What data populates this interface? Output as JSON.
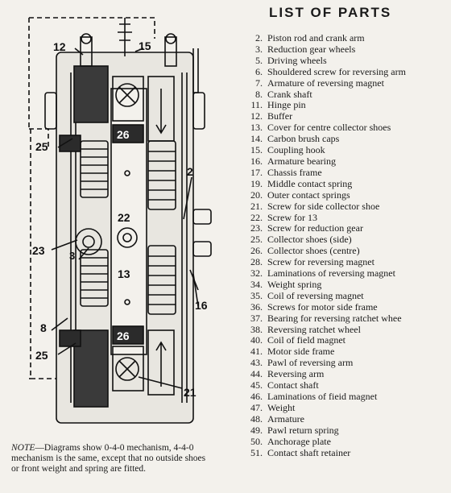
{
  "title": "LIST OF PARTS",
  "parts": [
    {
      "num": "2.",
      "label": "Piston rod and crank arm"
    },
    {
      "num": "3.",
      "label": "Reduction gear wheels"
    },
    {
      "num": "5.",
      "label": "Driving wheels"
    },
    {
      "num": "6.",
      "label": "Shouldered screw for reversing arm"
    },
    {
      "num": "7.",
      "label": "Armature of reversing magnet"
    },
    {
      "num": "8.",
      "label": "Crank shaft"
    },
    {
      "num": "11.",
      "label": "Hinge pin"
    },
    {
      "num": "12.",
      "label": "Buffer"
    },
    {
      "num": "13.",
      "label": "Cover for centre collector shoes"
    },
    {
      "num": "14.",
      "label": "Carbon brush caps"
    },
    {
      "num": "15.",
      "label": "Coupling hook"
    },
    {
      "num": "16.",
      "label": "Armature bearing"
    },
    {
      "num": "17.",
      "label": "Chassis frame"
    },
    {
      "num": "19.",
      "label": "Middle contact spring"
    },
    {
      "num": "20.",
      "label": "Outer contact springs"
    },
    {
      "num": "21.",
      "label": "Screw for side collector shoe"
    },
    {
      "num": "22.",
      "label": "Screw for 13"
    },
    {
      "num": "23.",
      "label": "Screw for reduction gear"
    },
    {
      "num": "25.",
      "label": "Collector shoes (side)"
    },
    {
      "num": "26.",
      "label": "Collector shoes (centre)"
    },
    {
      "num": "28.",
      "label": "Screw for reversing magnet"
    },
    {
      "num": "32.",
      "label": "Laminations of reversing magnet"
    },
    {
      "num": "34.",
      "label": "Weight spring"
    },
    {
      "num": "35.",
      "label": "Coil of reversing magnet"
    },
    {
      "num": "36.",
      "label": "Screws for motor side frame"
    },
    {
      "num": "37.",
      "label": "Bearing for reversing ratchet whee"
    },
    {
      "num": "38.",
      "label": "Reversing ratchet wheel"
    },
    {
      "num": "40.",
      "label": "Coil of field magnet"
    },
    {
      "num": "41.",
      "label": "Motor side frame"
    },
    {
      "num": "43.",
      "label": "Pawl of reversing arm"
    },
    {
      "num": "44.",
      "label": "Reversing arm"
    },
    {
      "num": "45.",
      "label": "Contact shaft"
    },
    {
      "num": "46.",
      "label": "Laminations of fieid magnet"
    },
    {
      "num": "47.",
      "label": "Weight"
    },
    {
      "num": "48.",
      "label": "Armature"
    },
    {
      "num": "49.",
      "label": "Pawl return spring"
    },
    {
      "num": "50.",
      "label": "Anchorage plate"
    },
    {
      "num": "51.",
      "label": "Contact shaft retainer"
    }
  ],
  "note": {
    "head": "NOTE",
    "body": "—Diagrams show 0-4-0 mechanism, 4-4-0 mechanism is the same, except that no outside shoes or front weight and spring are fitted."
  },
  "callouts": {
    "c12": "12",
    "c15": "15",
    "c25a": "25",
    "c26a": "26",
    "c2": "2",
    "c22": "22",
    "c23": "23",
    "c3": "3",
    "c13": "13",
    "c16": "16",
    "c8": "8",
    "c26b": "26",
    "c25b": "25",
    "c21": "21"
  }
}
